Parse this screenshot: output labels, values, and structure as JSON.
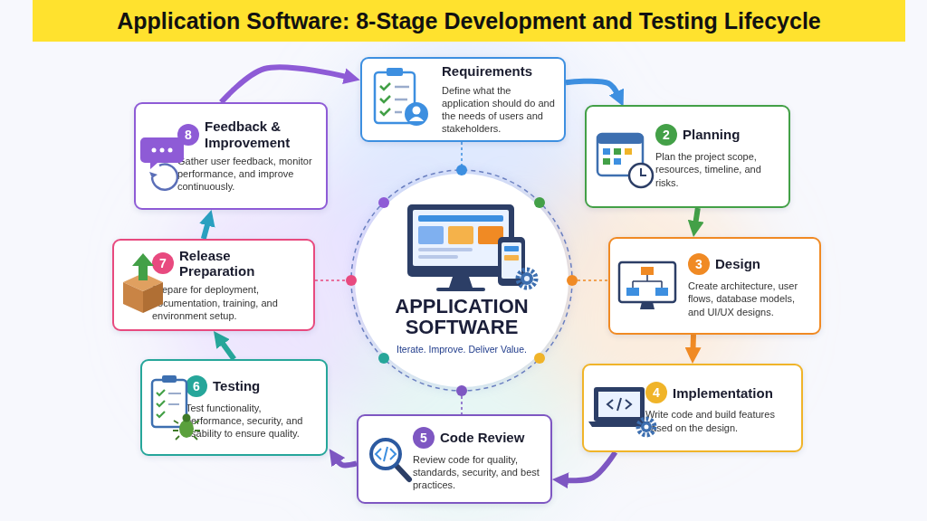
{
  "diagram": {
    "title": "Application Software: 8-Stage Development and Testing Lifecycle",
    "nodes": [
      {
        "text": [
          "Requirements",
          "Define what the application should do and the needs of users and stakeholders."
        ]
      },
      {
        "text": [
          "2",
          "Planning",
          "Plan the project scope, resources, timeline, and risks."
        ]
      },
      {
        "text": [
          "3",
          "Design",
          "Create architecture, user flows, database models, and UI/UX designs."
        ]
      },
      {
        "text": [
          "4",
          "Implementation",
          "Write code and build features based on the design."
        ]
      },
      {
        "text": [
          "5",
          "Code Review",
          "Review code for quality, standards, security, and best practices."
        ]
      },
      {
        "text": [
          "6",
          "Testing",
          "Test functionality, performance, security, and usability to ensure quality."
        ]
      },
      {
        "text": [
          "7",
          "Release Preparation",
          "Prepare for deployment, documentation, training, and environment setup."
        ]
      },
      {
        "text": [
          "8",
          "Feedback & Improvement",
          "Gather user feedback, monitor performance, and improve continuously."
        ]
      },
      {
        "text": [
          "APPLICATION SOFTWARE",
          "Iterate. Improve. Deliver Value."
        ]
      }
    ],
    "edges": [
      {
        "from": 0,
        "to": 1,
        "arrow": "to"
      },
      {
        "from": 1,
        "to": 2,
        "arrow": "to"
      },
      {
        "from": 2,
        "to": 3,
        "arrow": "to"
      },
      {
        "from": 3,
        "to": 4,
        "arrow": "to"
      },
      {
        "from": 4,
        "to": 5,
        "arrow": "to"
      },
      {
        "from": 5,
        "to": 6,
        "arrow": "to"
      },
      {
        "from": 6,
        "to": 7,
        "arrow": "to"
      },
      {
        "from": 7,
        "to": 0,
        "arrow": "to"
      }
    ]
  }
}
